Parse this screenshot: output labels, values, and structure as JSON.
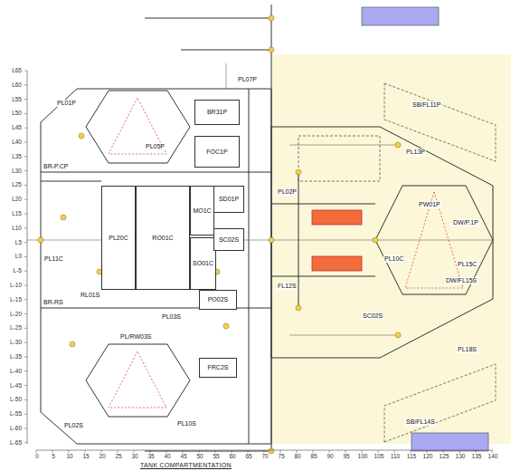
{
  "diagram": {
    "caption": "TANK COMPARTMENTATION",
    "nodes": [
      {
        "text": [
          "BR31P"
        ]
      },
      {
        "text": [
          "FOC1P"
        ]
      },
      {
        "text": [
          "PL20C"
        ]
      },
      {
        "text": [
          "RO01C"
        ]
      },
      {
        "text": [
          "MO1C"
        ]
      },
      {
        "text": [
          "SO01C"
        ]
      },
      {
        "text": [
          "SD01P"
        ]
      },
      {
        "text": [
          "SC02S"
        ]
      },
      {
        "text": [
          "PO02S"
        ]
      },
      {
        "text": [
          "FRC2S"
        ]
      }
    ],
    "labels": [
      "PL01P",
      "PL07P",
      "PL05P",
      "BR-P.CP",
      "PL11C",
      "RL01S",
      "BR-RS",
      "PL03S",
      "PL/RW03S",
      "PL02S",
      "PL10S",
      "PL02P",
      "PL13P",
      "SB/FL11P",
      "PW01P",
      "DW/P.1P",
      "PL10C",
      "PL15C",
      "FL12S",
      "SC02S",
      "DW/FL15S",
      "PL18S",
      "SB/FL14S",
      "L65",
      "L60",
      "L55",
      "L50",
      "L45",
      "L40",
      "L35",
      "L30",
      "L25",
      "L20",
      "L15",
      "L10",
      "L5",
      "L0",
      "L-5",
      "L-10",
      "L-15",
      "L-20",
      "L-25",
      "L-30",
      "L-35",
      "L-40",
      "L-45",
      "L-50",
      "L-55",
      "L-60",
      "L-65",
      "0",
      "5",
      "10",
      "15",
      "20",
      "25",
      "30",
      "35",
      "40",
      "45",
      "50",
      "55",
      "60",
      "65",
      "70",
      "75",
      "80",
      "85",
      "90",
      "95",
      "100",
      "105",
      "110",
      "115",
      "120",
      "125",
      "130",
      "135",
      "140"
    ]
  }
}
